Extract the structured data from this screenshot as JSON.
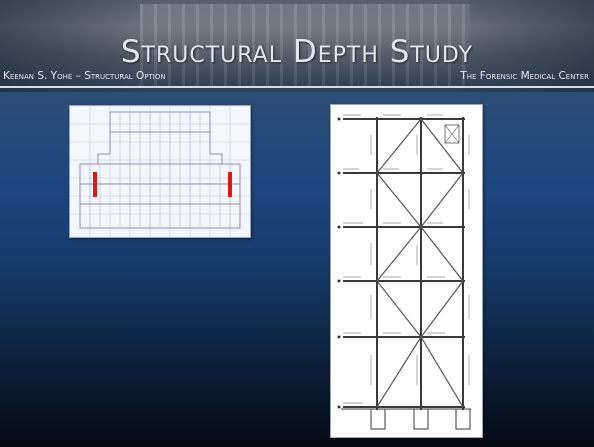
{
  "slide": {
    "title": "Structural Depth Study",
    "author_line": "Keenan S. Yohe – Structural Option",
    "project": "The Forensic Medical Center"
  },
  "colors": {
    "accent_red": "#e01818",
    "title_text": "#dfe7ef",
    "rule": "#d7dde4"
  },
  "figures": {
    "floor_plan": {
      "description_name": "floor-plan-drawing"
    },
    "elevation": {
      "description_name": "braced-frame-elevation-drawing"
    }
  }
}
